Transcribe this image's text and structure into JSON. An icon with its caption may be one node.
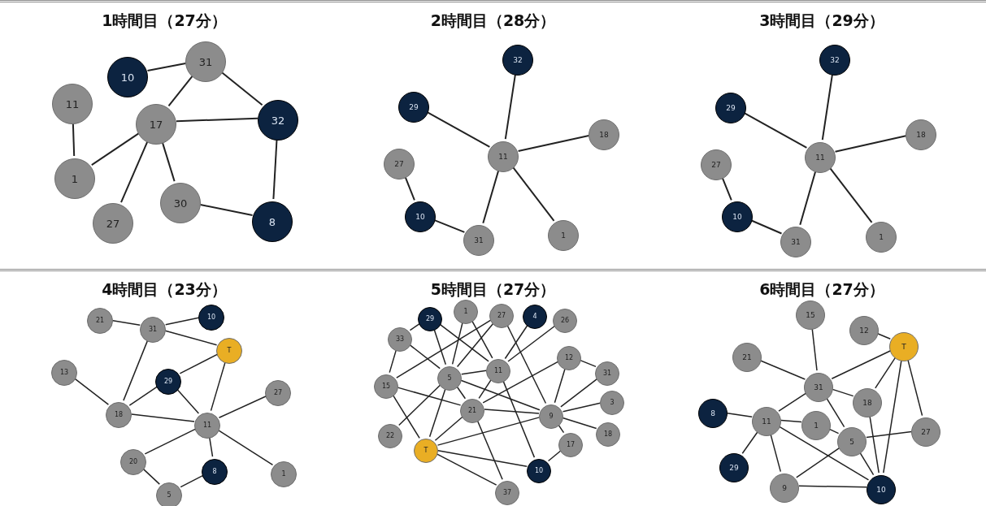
{
  "diagram": {
    "nodes": [
      {
        "text": [
          "1時間目（27分）"
        ]
      },
      {
        "text": [
          "31"
        ],
        "in": 0
      },
      {
        "text": [
          "10"
        ],
        "in": 0
      },
      {
        "text": [
          "11"
        ],
        "in": 0
      },
      {
        "text": [
          "17"
        ],
        "in": 0
      },
      {
        "text": [
          "32"
        ],
        "in": 0
      },
      {
        "text": [
          "1"
        ],
        "in": 0
      },
      {
        "text": [
          "30"
        ],
        "in": 0
      },
      {
        "text": [
          "27"
        ],
        "in": 0
      },
      {
        "text": [
          "8"
        ],
        "in": 0
      },
      {
        "text": [
          "2時間目（28分）"
        ]
      },
      {
        "text": [
          "32"
        ],
        "in": 10
      },
      {
        "text": [
          "29"
        ],
        "in": 10
      },
      {
        "text": [
          "18"
        ],
        "in": 10
      },
      {
        "text": [
          "11"
        ],
        "in": 10
      },
      {
        "text": [
          "27"
        ],
        "in": 10
      },
      {
        "text": [
          "10"
        ],
        "in": 10
      },
      {
        "text": [
          "31"
        ],
        "in": 10
      },
      {
        "text": [
          "1"
        ],
        "in": 10
      },
      {
        "text": [
          "3時間目（29分）"
        ]
      },
      {
        "text": [
          "32"
        ],
        "in": 19
      },
      {
        "text": [
          "29"
        ],
        "in": 19
      },
      {
        "text": [
          "18"
        ],
        "in": 19
      },
      {
        "text": [
          "11"
        ],
        "in": 19
      },
      {
        "text": [
          "27"
        ],
        "in": 19
      },
      {
        "text": [
          "10"
        ],
        "in": 19
      },
      {
        "text": [
          "31"
        ],
        "in": 19
      },
      {
        "text": [
          "1"
        ],
        "in": 19
      },
      {
        "text": [
          "4時間目（23分）"
        ]
      },
      {
        "text": [
          "21"
        ],
        "in": 28
      },
      {
        "text": [
          "31"
        ],
        "in": 28
      },
      {
        "text": [
          "10"
        ],
        "in": 28
      },
      {
        "text": [
          "T"
        ],
        "in": 28
      },
      {
        "text": [
          "13"
        ],
        "in": 28
      },
      {
        "text": [
          "29"
        ],
        "in": 28
      },
      {
        "text": [
          "27"
        ],
        "in": 28
      },
      {
        "text": [
          "18"
        ],
        "in": 28
      },
      {
        "text": [
          "11"
        ],
        "in": 28
      },
      {
        "text": [
          "20"
        ],
        "in": 28
      },
      {
        "text": [
          "8"
        ],
        "in": 28
      },
      {
        "text": [
          "1"
        ],
        "in": 28
      },
      {
        "text": [
          "5"
        ],
        "in": 28
      },
      {
        "text": [
          "5時間目（27分）"
        ]
      },
      {
        "text": [
          "29"
        ],
        "in": 42
      },
      {
        "text": [
          "1"
        ],
        "in": 42
      },
      {
        "text": [
          "27"
        ],
        "in": 42
      },
      {
        "text": [
          "4"
        ],
        "in": 42
      },
      {
        "text": [
          "26"
        ],
        "in": 42
      },
      {
        "text": [
          "33"
        ],
        "in": 42
      },
      {
        "text": [
          "12"
        ],
        "in": 42
      },
      {
        "text": [
          "11"
        ],
        "in": 42
      },
      {
        "text": [
          "5"
        ],
        "in": 42
      },
      {
        "text": [
          "31"
        ],
        "in": 42
      },
      {
        "text": [
          "15"
        ],
        "in": 42
      },
      {
        "text": [
          "3"
        ],
        "in": 42
      },
      {
        "text": [
          "21"
        ],
        "in": 42
      },
      {
        "text": [
          "9"
        ],
        "in": 42
      },
      {
        "text": [
          "18"
        ],
        "in": 42
      },
      {
        "text": [
          "22"
        ],
        "in": 42
      },
      {
        "text": [
          "17"
        ],
        "in": 42
      },
      {
        "text": [
          "T"
        ],
        "in": 42
      },
      {
        "text": [
          "10"
        ],
        "in": 42
      },
      {
        "text": [
          "37"
        ],
        "in": 42
      },
      {
        "text": [
          "6時間目（27分）"
        ]
      },
      {
        "text": [
          "15"
        ],
        "in": 63
      },
      {
        "text": [
          "12"
        ],
        "in": 63
      },
      {
        "text": [
          "T"
        ],
        "in": 63
      },
      {
        "text": [
          "21"
        ],
        "in": 63
      },
      {
        "text": [
          "31"
        ],
        "in": 63
      },
      {
        "text": [
          "18"
        ],
        "in": 63
      },
      {
        "text": [
          "8"
        ],
        "in": 63
      },
      {
        "text": [
          "11"
        ],
        "in": 63
      },
      {
        "text": [
          "1"
        ],
        "in": 63
      },
      {
        "text": [
          "27"
        ],
        "in": 63
      },
      {
        "text": [
          "5"
        ],
        "in": 63
      },
      {
        "text": [
          "29"
        ],
        "in": 63
      },
      {
        "text": [
          "9"
        ],
        "in": 63
      },
      {
        "text": [
          "10"
        ],
        "in": 63
      }
    ],
    "edges": [
      {
        "from": 2,
        "to": 1,
        "arrow": "none"
      },
      {
        "from": 1,
        "to": 4,
        "arrow": "none"
      },
      {
        "from": 1,
        "to": 5,
        "arrow": "none"
      },
      {
        "from": 4,
        "to": 5,
        "arrow": "none"
      },
      {
        "from": 3,
        "to": 6,
        "arrow": "none"
      },
      {
        "from": 6,
        "to": 4,
        "arrow": "none"
      },
      {
        "from": 4,
        "to": 8,
        "arrow": "none"
      },
      {
        "from": 4,
        "to": 7,
        "arrow": "none"
      },
      {
        "from": 7,
        "to": 9,
        "arrow": "none"
      },
      {
        "from": 5,
        "to": 9,
        "arrow": "none"
      },
      {
        "from": 14,
        "to": 11,
        "arrow": "none"
      },
      {
        "from": 12,
        "to": 14,
        "arrow": "none"
      },
      {
        "from": 14,
        "to": 13,
        "arrow": "none"
      },
      {
        "from": 14,
        "to": 17,
        "arrow": "none"
      },
      {
        "from": 14,
        "to": 18,
        "arrow": "none"
      },
      {
        "from": 15,
        "to": 16,
        "arrow": "none"
      },
      {
        "from": 16,
        "to": 17,
        "arrow": "none"
      },
      {
        "from": 23,
        "to": 20,
        "arrow": "none"
      },
      {
        "from": 21,
        "to": 23,
        "arrow": "none"
      },
      {
        "from": 23,
        "to": 22,
        "arrow": "none"
      },
      {
        "from": 23,
        "to": 26,
        "arrow": "none"
      },
      {
        "from": 23,
        "to": 27,
        "arrow": "none"
      },
      {
        "from": 24,
        "to": 25,
        "arrow": "none"
      },
      {
        "from": 25,
        "to": 26,
        "arrow": "none"
      },
      {
        "from": 29,
        "to": 30,
        "arrow": "none"
      },
      {
        "from": 30,
        "to": 31,
        "arrow": "none"
      },
      {
        "from": 30,
        "to": 32,
        "arrow": "none"
      },
      {
        "from": 30,
        "to": 36,
        "arrow": "none"
      },
      {
        "from": 33,
        "to": 36,
        "arrow": "none"
      },
      {
        "from": 32,
        "to": 34,
        "arrow": "none"
      },
      {
        "from": 32,
        "to": 37,
        "arrow": "none"
      },
      {
        "from": 34,
        "to": 36,
        "arrow": "none"
      },
      {
        "from": 34,
        "to": 37,
        "arrow": "none"
      },
      {
        "from": 36,
        "to": 37,
        "arrow": "none"
      },
      {
        "from": 35,
        "to": 37,
        "arrow": "none"
      },
      {
        "from": 37,
        "to": 38,
        "arrow": "none"
      },
      {
        "from": 37,
        "to": 39,
        "arrow": "none"
      },
      {
        "from": 37,
        "to": 40,
        "arrow": "none"
      },
      {
        "from": 38,
        "to": 41,
        "arrow": "none"
      },
      {
        "from": 41,
        "to": 39,
        "arrow": "none"
      },
      {
        "from": 43,
        "to": 48,
        "arrow": "none"
      },
      {
        "from": 43,
        "to": 51,
        "arrow": "none"
      },
      {
        "from": 43,
        "to": 50,
        "arrow": "none"
      },
      {
        "from": 44,
        "to": 51,
        "arrow": "none"
      },
      {
        "from": 44,
        "to": 50,
        "arrow": "none"
      },
      {
        "from": 45,
        "to": 53,
        "arrow": "none"
      },
      {
        "from": 45,
        "to": 51,
        "arrow": "none"
      },
      {
        "from": 45,
        "to": 56,
        "arrow": "none"
      },
      {
        "from": 46,
        "to": 50,
        "arrow": "none"
      },
      {
        "from": 47,
        "to": 50,
        "arrow": "none"
      },
      {
        "from": 48,
        "to": 53,
        "arrow": "none"
      },
      {
        "from": 48,
        "to": 51,
        "arrow": "none"
      },
      {
        "from": 51,
        "to": 50,
        "arrow": "none"
      },
      {
        "from": 51,
        "to": 55,
        "arrow": "none"
      },
      {
        "from": 51,
        "to": 56,
        "arrow": "none"
      },
      {
        "from": 51,
        "to": 60,
        "arrow": "none"
      },
      {
        "from": 51,
        "to": 58,
        "arrow": "none"
      },
      {
        "from": 53,
        "to": 55,
        "arrow": "none"
      },
      {
        "from": 53,
        "to": 60,
        "arrow": "none"
      },
      {
        "from": 50,
        "to": 55,
        "arrow": "none"
      },
      {
        "from": 50,
        "to": 61,
        "arrow": "none"
      },
      {
        "from": 49,
        "to": 55,
        "arrow": "none"
      },
      {
        "from": 49,
        "to": 56,
        "arrow": "none"
      },
      {
        "from": 49,
        "to": 52,
        "arrow": "none"
      },
      {
        "from": 52,
        "to": 56,
        "arrow": "none"
      },
      {
        "from": 54,
        "to": 56,
        "arrow": "none"
      },
      {
        "from": 57,
        "to": 56,
        "arrow": "none"
      },
      {
        "from": 59,
        "to": 56,
        "arrow": "none"
      },
      {
        "from": 55,
        "to": 56,
        "arrow": "none"
      },
      {
        "from": 55,
        "to": 60,
        "arrow": "none"
      },
      {
        "from": 55,
        "to": 62,
        "arrow": "none"
      },
      {
        "from": 60,
        "to": 56,
        "arrow": "none"
      },
      {
        "from": 60,
        "to": 61,
        "arrow": "none"
      },
      {
        "from": 60,
        "to": 62,
        "arrow": "none"
      },
      {
        "from": 59,
        "to": 61,
        "arrow": "none"
      },
      {
        "from": 64,
        "to": 68,
        "arrow": "none"
      },
      {
        "from": 65,
        "to": 66,
        "arrow": "none"
      },
      {
        "from": 67,
        "to": 68,
        "arrow": "none"
      },
      {
        "from": 66,
        "to": 68,
        "arrow": "none"
      },
      {
        "from": 66,
        "to": 69,
        "arrow": "none"
      },
      {
        "from": 66,
        "to": 77,
        "arrow": "none"
      },
      {
        "from": 66,
        "to": 73,
        "arrow": "none"
      },
      {
        "from": 68,
        "to": 69,
        "arrow": "none"
      },
      {
        "from": 68,
        "to": 71,
        "arrow": "none"
      },
      {
        "from": 68,
        "to": 74,
        "arrow": "none"
      },
      {
        "from": 70,
        "to": 71,
        "arrow": "none"
      },
      {
        "from": 71,
        "to": 72,
        "arrow": "none"
      },
      {
        "from": 71,
        "to": 75,
        "arrow": "none"
      },
      {
        "from": 71,
        "to": 76,
        "arrow": "none"
      },
      {
        "from": 71,
        "to": 77,
        "arrow": "none"
      },
      {
        "from": 72,
        "to": 74,
        "arrow": "none"
      },
      {
        "from": 74,
        "to": 73,
        "arrow": "none"
      },
      {
        "from": 74,
        "to": 76,
        "arrow": "none"
      },
      {
        "from": 74,
        "to": 77,
        "arrow": "none"
      },
      {
        "from": 69,
        "to": 77,
        "arrow": "none"
      },
      {
        "from": 76,
        "to": 77,
        "arrow": "none"
      }
    ]
  }
}
